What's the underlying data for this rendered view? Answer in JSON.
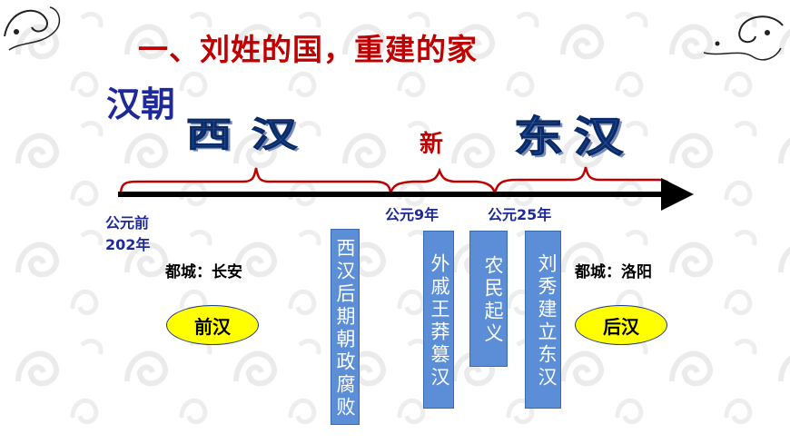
{
  "title": "一、刘姓的国，重建的家",
  "subtitle": "汉朝",
  "eras": {
    "xihan": "西汉",
    "xin": "新",
    "donghan": "东汉"
  },
  "dates": {
    "start": "公元前\n202年",
    "start_line1": "公元前",
    "start_line2": "202年",
    "ad9": "公元9年",
    "ad25": "公元25年"
  },
  "capitals": {
    "west": "都城：长安",
    "east": "都城：洛阳"
  },
  "ovals": {
    "left": "前汉",
    "right": "后汉"
  },
  "events": [
    "西汉后期朝政腐败",
    "外戚王莽篡汉",
    "农民起义",
    "刘秀建立东汉"
  ],
  "colors": {
    "title": "#c00000",
    "subtitle": "#1f2a9a",
    "timeline": "#000000",
    "bracket": "#c00000",
    "event_box": "#5b8ed6",
    "oval": "#ffff00"
  }
}
